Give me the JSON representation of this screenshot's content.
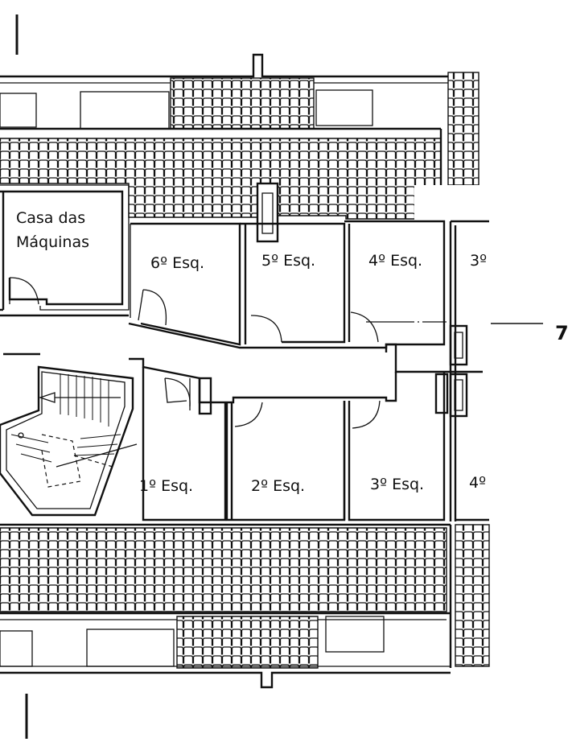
{
  "rooms": {
    "machine_room_line1": "Casa das",
    "machine_room_line2": "Máquinas",
    "unit_6": "6º Esq.",
    "unit_5": "5º Esq.",
    "unit_4_top": "4º Esq.",
    "unit_3_top_partial": "3º",
    "unit_1": "1º Esq.",
    "unit_2": "2º Esq.",
    "unit_3": "3º Esq.",
    "unit_4_bottom_partial": "4º"
  },
  "annotations": {
    "section_marker": "7"
  },
  "colors": {
    "ink": "#111111",
    "paper": "#ffffff"
  }
}
